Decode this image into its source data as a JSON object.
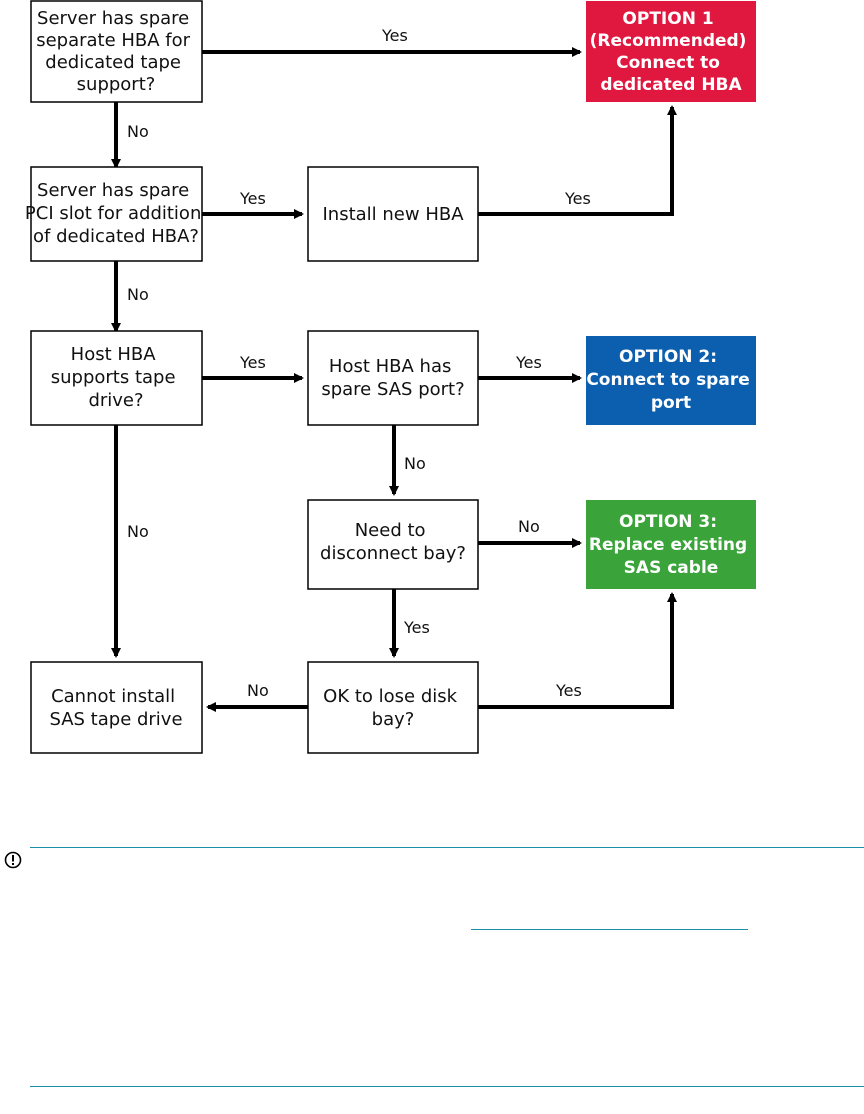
{
  "colors": {
    "option1": "#e0173f",
    "option2": "#0b5fae",
    "option3": "#3aa43a",
    "line": "#000000",
    "rule": "#1a8fa8"
  },
  "nodes": {
    "q_spare_hba": [
      "Server has spare",
      "separate HBA for",
      "dedicated tape",
      "support?"
    ],
    "q_pci_slot": [
      "Server has spare",
      "PCI slot for addition",
      "of dedicated HBA?"
    ],
    "install_hba": [
      "Install new HBA"
    ],
    "q_host_hba_supports": [
      "Host HBA",
      "supports tape",
      "drive?"
    ],
    "q_spare_sas_port": [
      "Host HBA has",
      "spare SAS port?"
    ],
    "q_disconnect_bay": [
      "Need to",
      "disconnect bay?"
    ],
    "q_lose_disk_bay": [
      "OK to lose disk",
      "bay?"
    ],
    "cannot_install": [
      "Cannot install",
      "SAS tape drive"
    ],
    "option1": [
      "OPTION 1",
      "(Recommended)",
      "Connect to",
      "dedicated HBA"
    ],
    "option2": [
      "OPTION 2:",
      "Connect to spare",
      "port"
    ],
    "option3": [
      "OPTION 3:",
      "Replace existing",
      "SAS cable"
    ]
  },
  "edge_labels": {
    "spare_hba_yes": "Yes",
    "spare_hba_no": "No",
    "pci_yes": "Yes",
    "install_yes": "Yes",
    "pci_no": "No",
    "supports_yes": "Yes",
    "supports_no": "No",
    "sas_port_yes": "Yes",
    "sas_port_no": "No",
    "disconnect_no": "No",
    "disconnect_yes": "Yes",
    "lose_bay_no": "No",
    "lose_bay_yes": "Yes"
  },
  "notice_icon": "exclamation-circle-icon"
}
